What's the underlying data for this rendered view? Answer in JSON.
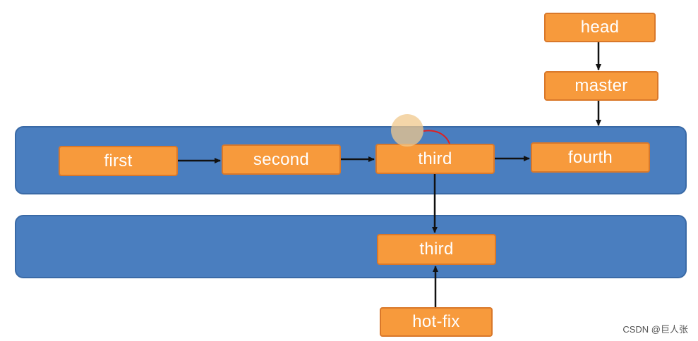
{
  "nodes": {
    "head": "head",
    "master": "master",
    "first": "first",
    "second": "second",
    "third_main": "third",
    "fourth": "fourth",
    "third_branch": "third",
    "hotfix": "hot-fix"
  },
  "watermark": "CSDN @巨人张",
  "colors": {
    "lane": "#4a7ebf",
    "node": "#f79a3c",
    "node_border": "#d9782a",
    "arrow": "#111111",
    "highlight_arc": "#e02020"
  }
}
